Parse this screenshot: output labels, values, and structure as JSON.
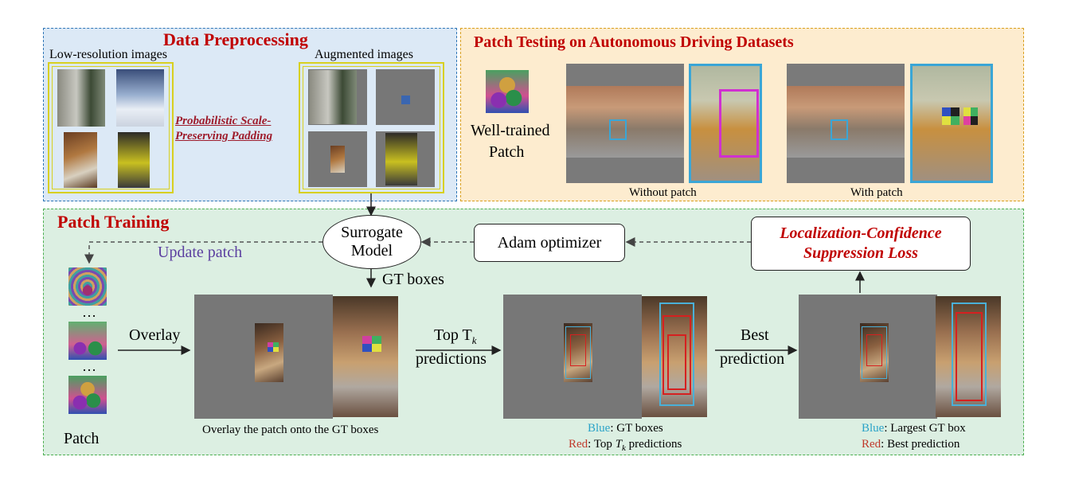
{
  "panels": {
    "preprocessing": {
      "title": "Data Preprocessing",
      "low_res_label": "Low-resolution images",
      "augmented_label": "Augmented images",
      "padding_label": "Probabilistic Scale-Preserving Padding"
    },
    "testing": {
      "title": "Patch Testing on Autonomous Driving Datasets",
      "patch_label_line1": "Well-trained",
      "patch_label_line2": "Patch",
      "without_patch": "Without patch",
      "with_patch": "With patch"
    },
    "training": {
      "title": "Patch Training",
      "update_patch": "Update patch",
      "ellipsis": "…",
      "patch_label": "Patch",
      "overlay": "Overlay",
      "overlay_caption": "Overlay the patch onto the GT boxes",
      "gt_boxes": "GT boxes",
      "top_tk_line1": "Top T",
      "tk_sub": "k",
      "predictions": "predictions",
      "best_line1": "Best",
      "best_line2": "prediction",
      "caption1_blue_word": "Blue",
      "caption1_blue_text": ": GT boxes",
      "caption1_red_word": "Red",
      "caption1_red_text_a": ": Top ",
      "caption1_red_T": "T",
      "caption1_red_k": "k",
      "caption1_red_text_b": " predictions",
      "caption2_blue_word": "Blue",
      "caption2_blue_text": ": Largest GT box",
      "caption2_red_word": "Red",
      "caption2_red_text": ": Best prediction"
    }
  },
  "nodes": {
    "surrogate_line1": "Surrogate",
    "surrogate_line2": "Model",
    "adam": "Adam optimizer",
    "loss_line1": "Localization-Confidence",
    "loss_line2": "Suppression Loss"
  },
  "colors": {
    "preprocessing_bg": "#dce9f6",
    "preprocessing_border": "#2e75b6",
    "testing_bg": "#fdeccf",
    "testing_border": "#d9a020",
    "training_bg": "#dcefe2",
    "training_border": "#4caf50",
    "title_red": "#c00000",
    "gt_blue": "#4ab0d8",
    "pred_red": "#d62020",
    "connector_purple": "#5b2d90"
  }
}
